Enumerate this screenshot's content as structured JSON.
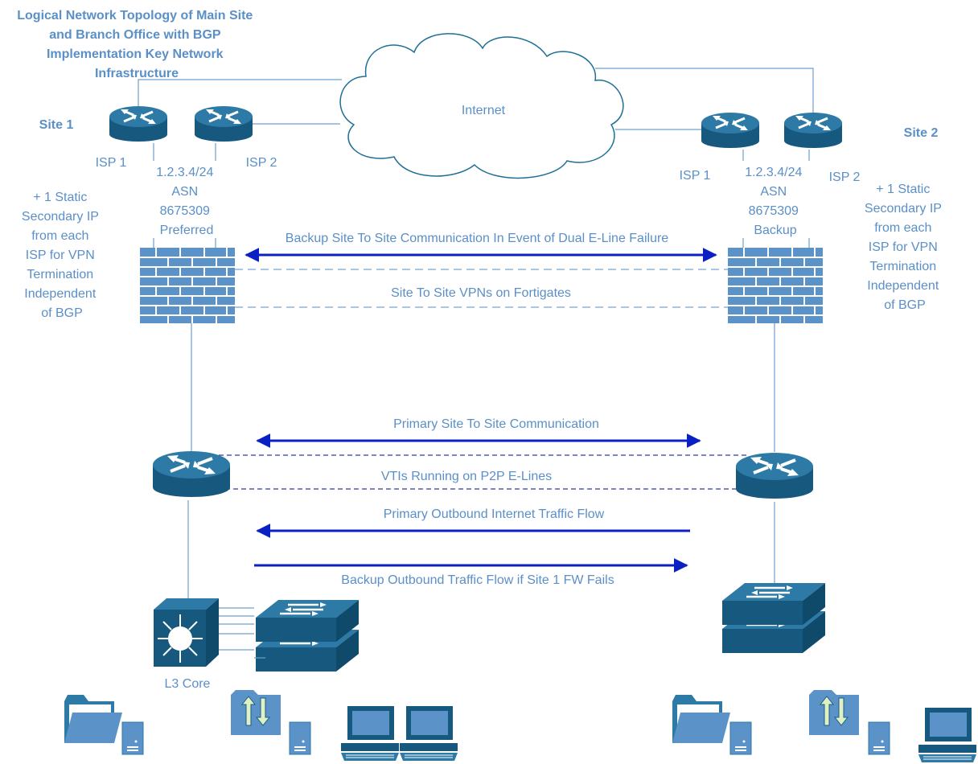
{
  "title_lines": [
    "Logical Network Topology of Main Site",
    "and Branch Office with BGP",
    "Implementation Key Network",
    "Infrastructure"
  ],
  "colors": {
    "label": "#5b8fc7",
    "device": "#17587e",
    "device_top": "#2e7aa6",
    "firewall": "#5b93c8",
    "arrow": "#0a1fc4"
  },
  "cloud": {
    "label": "Internet",
    "icon": "cloud-icon"
  },
  "site1": {
    "name": "Site 1",
    "isp1": "ISP 1",
    "isp2": "ISP 2",
    "bgp_lines": [
      "1.2.3.4/24",
      "ASN",
      "8675309",
      "Preferred"
    ],
    "note_lines": [
      "+ 1 Static",
      "Secondary IP",
      "from each",
      "ISP for VPN",
      "Termination",
      "Independent",
      "of BGP"
    ],
    "core_label": "L3 Core"
  },
  "site2": {
    "name": "Site 2",
    "isp1": "ISP 1",
    "isp2": "ISP 2",
    "bgp_lines": [
      "1.2.3.4/24",
      "ASN",
      "8675309",
      "Backup"
    ],
    "note_lines": [
      "+ 1 Static",
      "Secondary IP",
      "from each",
      "ISP for VPN",
      "Termination",
      "Independent",
      "of BGP"
    ]
  },
  "links": {
    "backup_fw": "Backup Site To Site Communication In Event of Dual E-Line Failure",
    "vpn": "Site To Site VPNs on Fortigates",
    "primary": "Primary Site To Site Communication",
    "vti": "VTIs Running on P2P E-Lines",
    "primary_outbound": "Primary Outbound Internet Traffic Flow",
    "backup_outbound": "Backup Outbound Traffic Flow if Site 1 FW Fails"
  }
}
